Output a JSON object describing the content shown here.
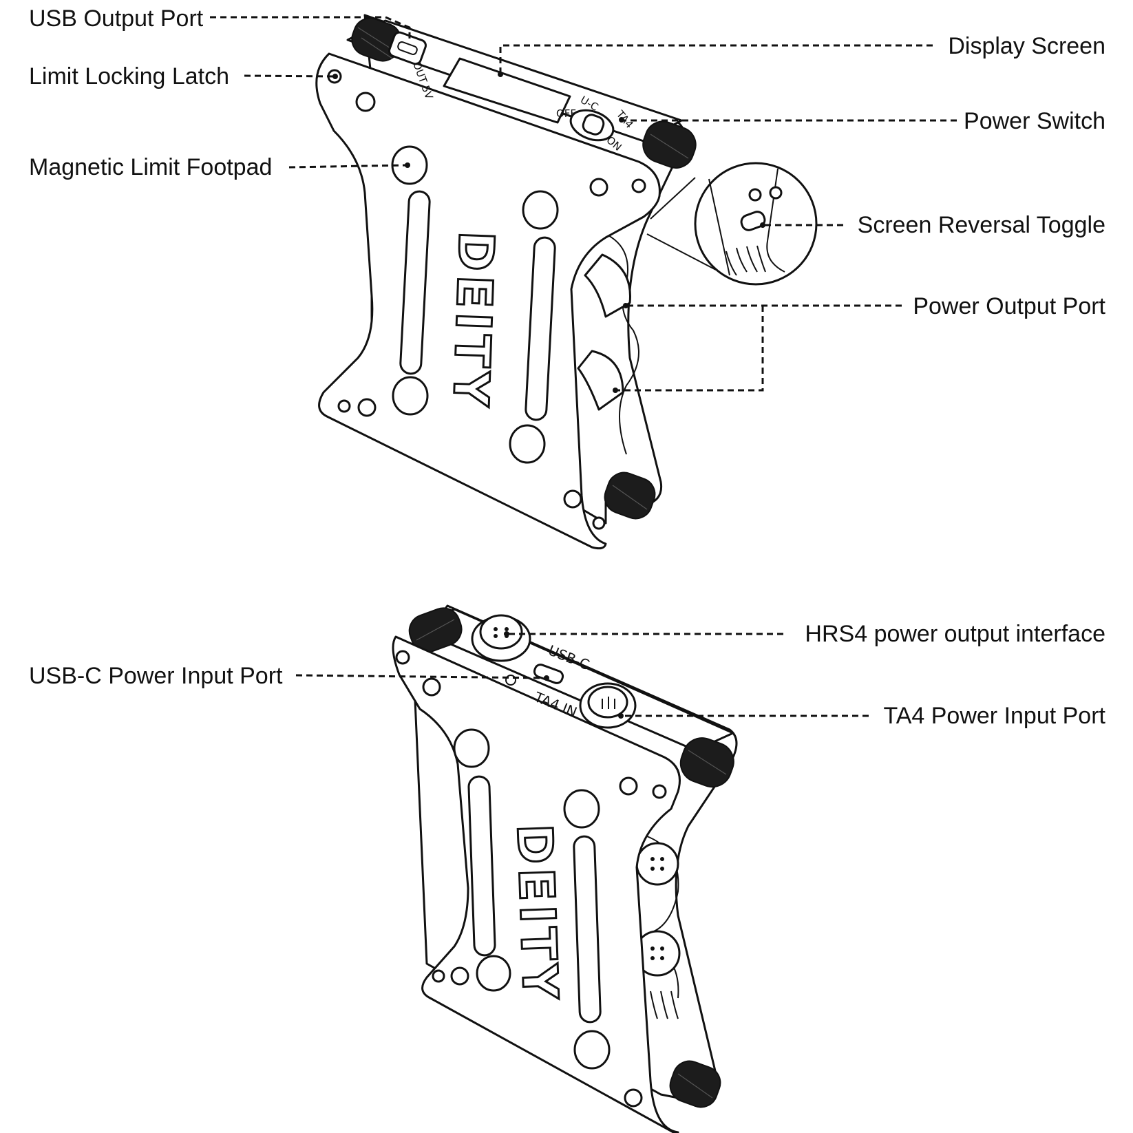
{
  "top_view": {
    "callouts": {
      "usb_output_port": "USB Output Port",
      "limit_locking_latch": "Limit Locking Latch",
      "magnetic_limit_footpad": "Magnetic Limit Footpad",
      "display_screen": "Display Screen",
      "power_switch": "Power Switch",
      "screen_reversal_toggle": "Screen Reversal Toggle",
      "power_output_port": "Power Output Port"
    },
    "device_markings": {
      "brand": "DEITY",
      "usb_label": "OUT 5V",
      "switch_off": "OFF",
      "switch_on": "ON",
      "switch_uc": "U-C",
      "switch_ta4": "TA4"
    }
  },
  "bottom_view": {
    "callouts": {
      "hrs4_output": "HRS4 power output interface",
      "usbc_input": "USB-C Power Input Port",
      "ta4_input": "TA4 Power Input Port"
    },
    "device_markings": {
      "brand": "DEITY",
      "usbc_label": "USB-C",
      "ta4_label": "TA4 IN"
    }
  }
}
